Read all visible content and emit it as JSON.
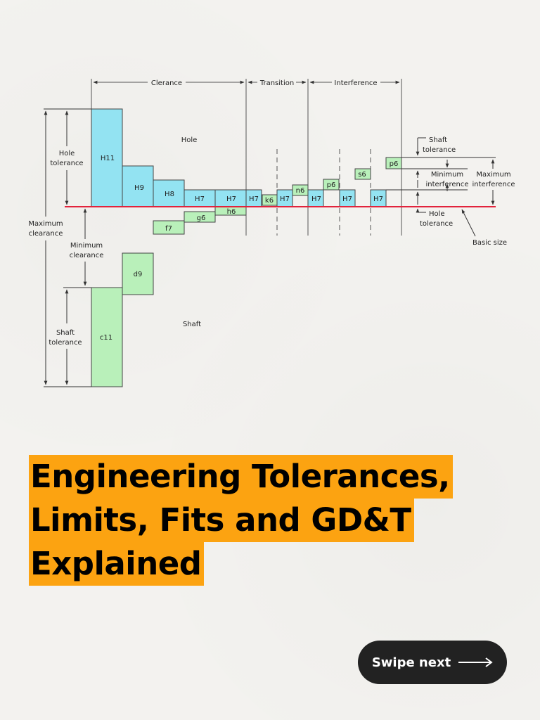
{
  "diagram": {
    "colors": {
      "hole": "#93e3f2",
      "shaft": "#b9f0ba",
      "basic_line": "#e2233c",
      "ink": "#333333"
    },
    "range_labels": [
      "Clerance",
      "Transition",
      "Interference"
    ],
    "regions": {
      "hole": "Hole",
      "shaft": "Shaft"
    },
    "side_labels": {
      "hole_tolerance": [
        "Hole",
        "tolerance"
      ],
      "maximum_clearance": [
        "Maximum",
        "clearance"
      ],
      "minimum_clearance": [
        "Minimum",
        "clearance"
      ],
      "shaft_tolerance_left": [
        "Shaft",
        "tolerance"
      ],
      "shaft_tolerance_right": [
        "Shaft",
        "tolerance"
      ],
      "minimum_interference": [
        "Minimum",
        "interference"
      ],
      "maximum_interference": [
        "Maximum",
        "interference"
      ],
      "hole_tolerance_right": [
        "Hole",
        "tolerance"
      ],
      "basic_size": "Basic size"
    },
    "hole_boxes": [
      "H11",
      "H9",
      "H8",
      "H7",
      "H7",
      "H7",
      "H7",
      "H7",
      "H7",
      "H7"
    ],
    "shaft_boxes": [
      "c11",
      "d9",
      "f7",
      "g6",
      "h6",
      "k6",
      "n6",
      "p6",
      "s6",
      "p6"
    ]
  },
  "title_lines": [
    "Engineering Tolerances,",
    "Limits, Fits and GD&T",
    "Explained"
  ],
  "swipe": {
    "label": "Swipe next"
  }
}
